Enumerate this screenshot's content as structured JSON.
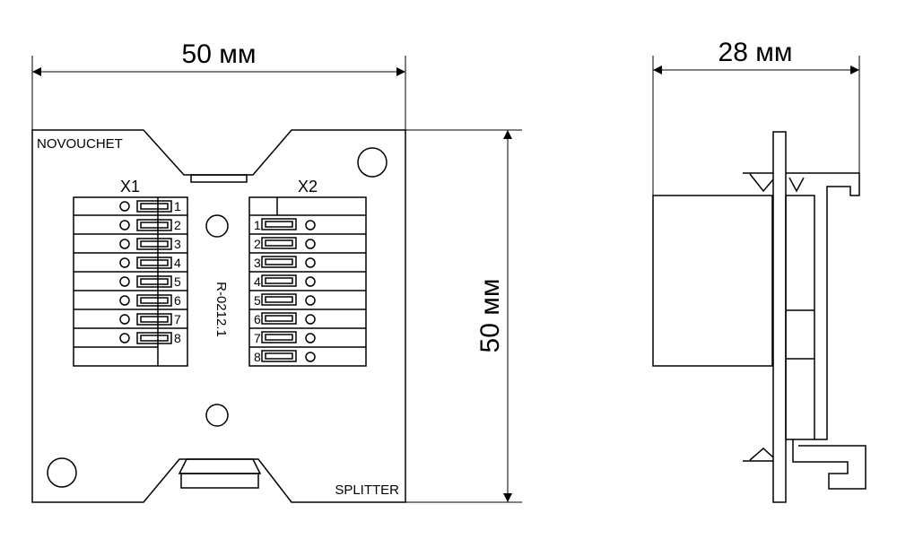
{
  "front_view": {
    "width_label": "50 мм",
    "height_label": "50 мм",
    "brand": "NOVOUCHET",
    "product": "SPLITTER",
    "model": "R-0212.1",
    "block_left": {
      "title": "X1",
      "pins": [
        "1",
        "2",
        "3",
        "4",
        "5",
        "6",
        "7",
        "8"
      ]
    },
    "block_right": {
      "title": "X2",
      "pins": [
        "1",
        "2",
        "3",
        "4",
        "5",
        "6",
        "7",
        "8"
      ]
    }
  },
  "side_view": {
    "depth_label": "28 мм"
  }
}
